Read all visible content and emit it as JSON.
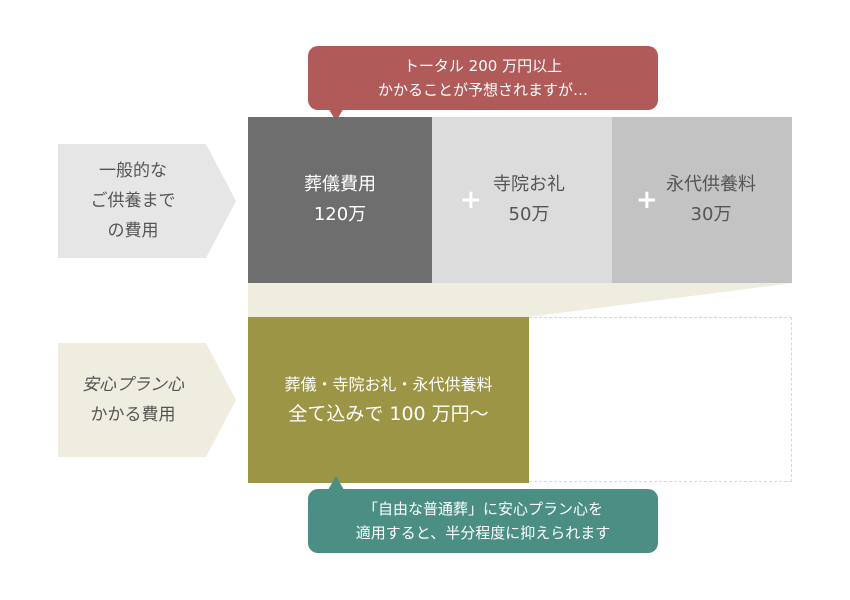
{
  "top_bubble": {
    "line1": "トータル 200 万円以上",
    "line2": "かかることが予想されますが…"
  },
  "general_label": {
    "line1": "一般的な",
    "line2": "ご供養まで",
    "line3": "の費用"
  },
  "costs": [
    {
      "name": "葬儀費用",
      "amount": "120万"
    },
    {
      "name": "寺院お礼",
      "amount": "50万"
    },
    {
      "name": "永代供養料",
      "amount": "30万"
    }
  ],
  "plus_sign": "+",
  "plan_label": {
    "line1": "安心プラン心",
    "line2": "かかる費用"
  },
  "plan_box": {
    "line1": "葬儀・寺院お礼・永代供養料",
    "line2": "全て込みで 100 万円～"
  },
  "bottom_bubble": {
    "line1": "「自由な普通葬」に安心プラン心を",
    "line2": "適用すると、半分程度に抑えられます"
  },
  "colors": {
    "funeral": "#6d6e6d",
    "temple": "#dcdcdc",
    "eternal": "#c3c3c3",
    "plan": "#9c9545",
    "connector": "#efede0",
    "label_general": "#e6e6e6",
    "label_plan": "#efede0",
    "bubble_top": "#b15a5a",
    "bubble_bottom": "#4a8e84"
  }
}
